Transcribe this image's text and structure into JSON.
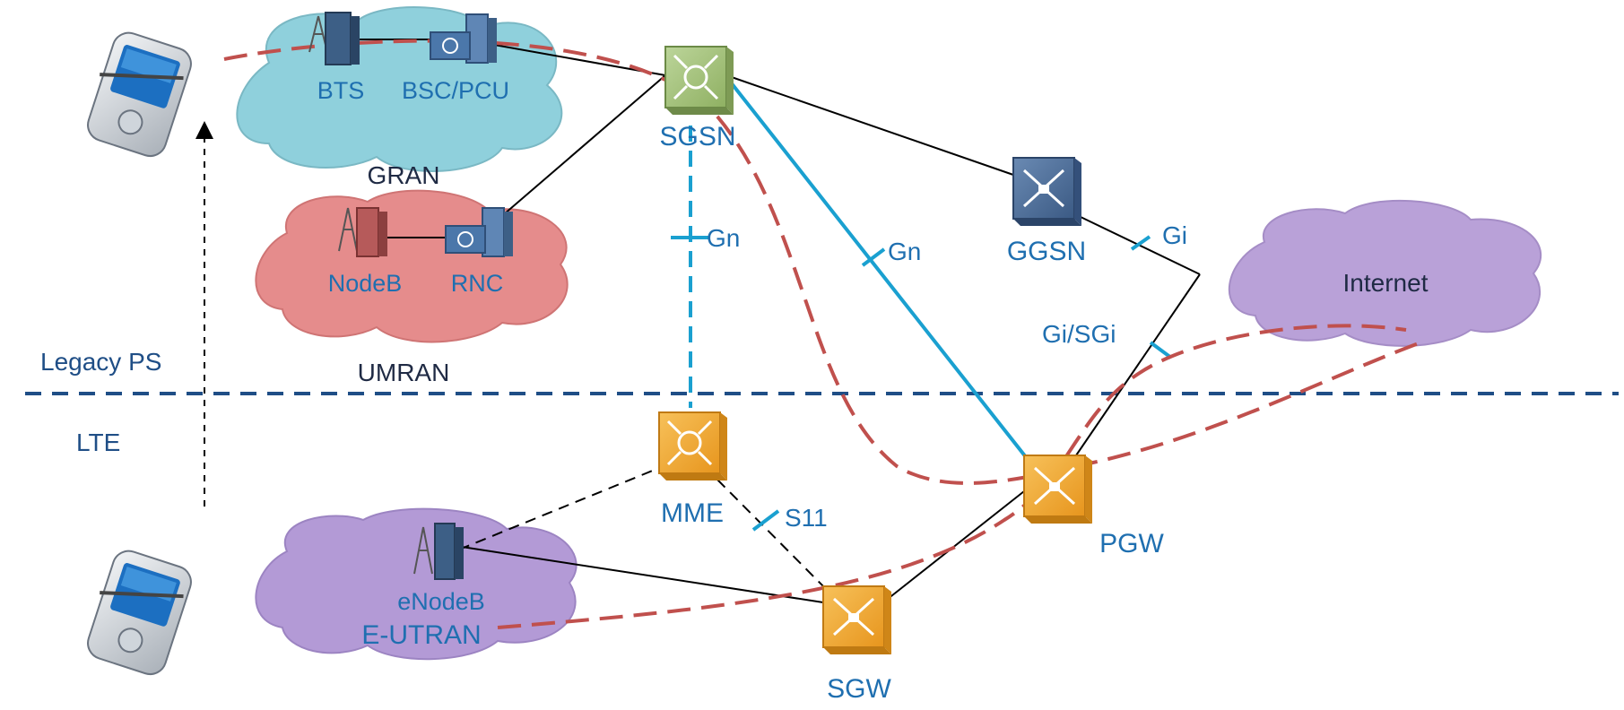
{
  "zones": {
    "upper": "Legacy PS",
    "lower": "LTE"
  },
  "clouds": {
    "gran": "GRAN",
    "umran": "UMRAN",
    "eutran": "E-UTRAN",
    "internet": "Internet"
  },
  "stations": {
    "bts": "BTS",
    "bsc": "BSC/PCU",
    "nodeb": "NodeB",
    "rnc": "RNC",
    "enodeb": "eNodeB"
  },
  "nodes": {
    "sgsn": "SGSN",
    "ggsn": "GGSN",
    "mme": "MME",
    "sgw": "SGW",
    "pgw": "PGW"
  },
  "interfaces": {
    "gn_vertical": "Gn",
    "gn_diagonal": "Gn",
    "gi": "Gi",
    "gi_sgi": "Gi/SGi",
    "s11": "S11"
  },
  "colors": {
    "gran_cloud": "#8fd0dc",
    "umran_cloud": "#e58c8c",
    "eutran_cloud": "#b39ad6",
    "internet_cloud": "#b9a1d8",
    "sgsn": "#a9c47f",
    "ggsn": "#4b6c96",
    "lte_node": "#f0a733",
    "interface_line": "#1aa0d0",
    "bearer_path": "#c0504d",
    "boundary": "#1f4e86"
  }
}
